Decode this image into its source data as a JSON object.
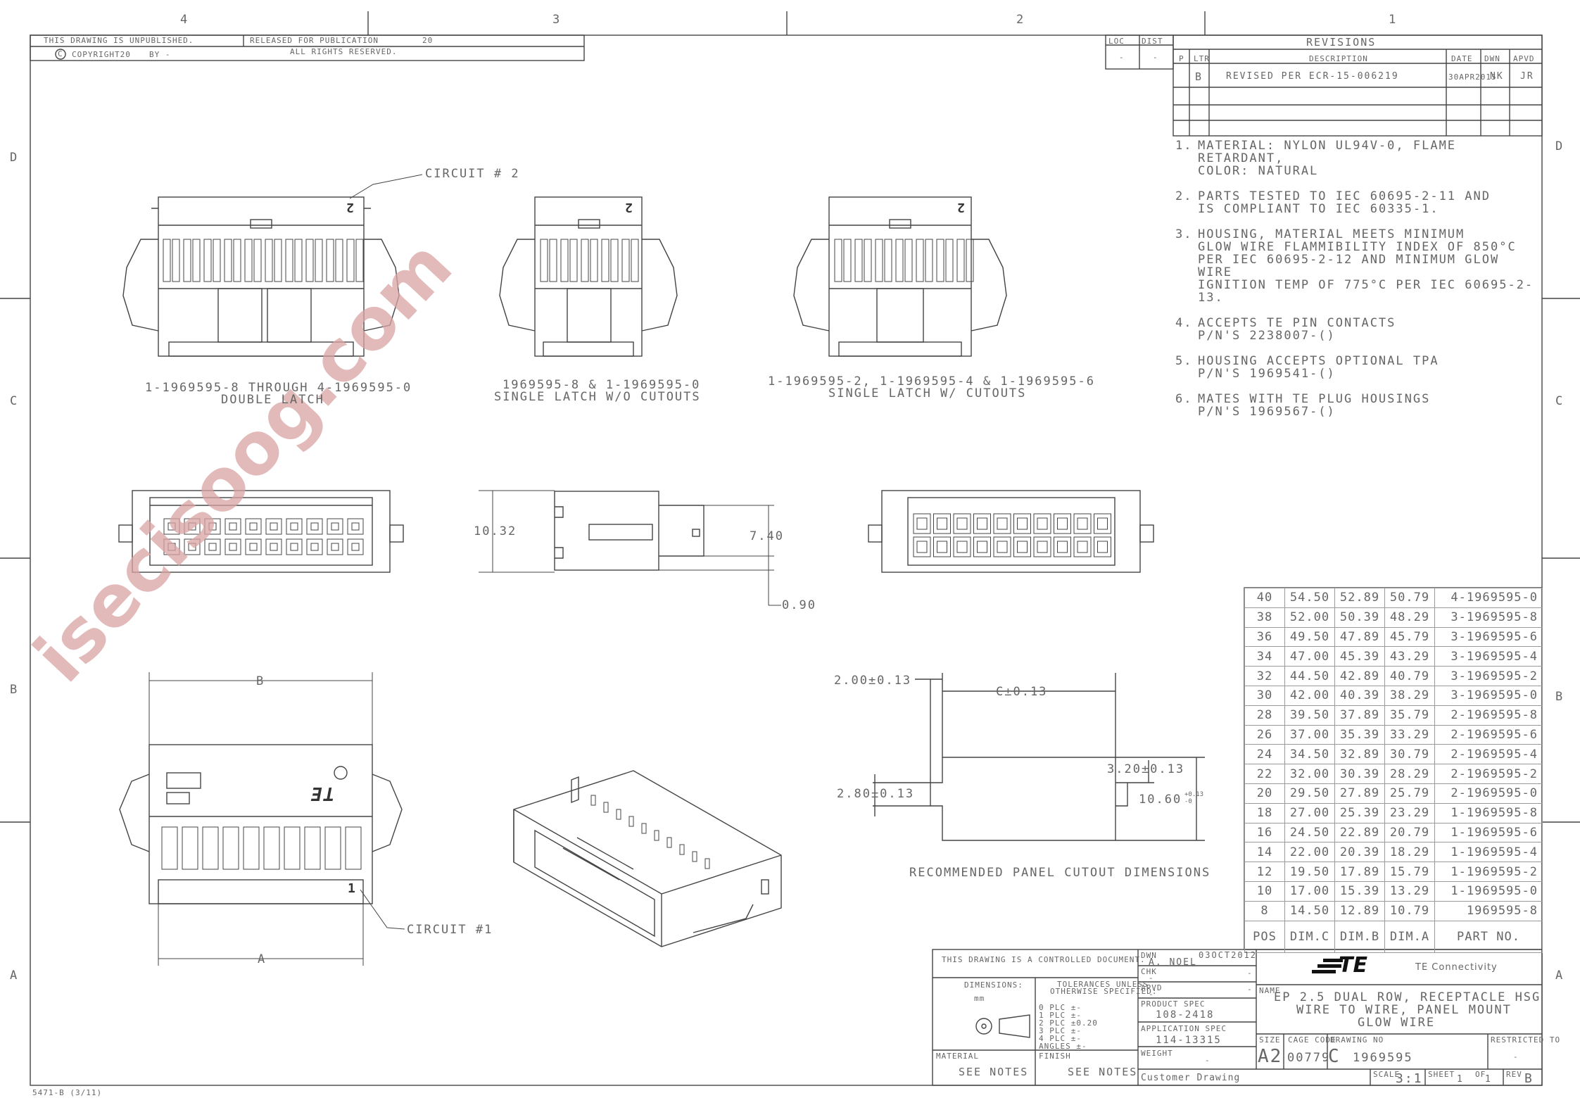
{
  "border": {
    "zones_top": [
      "4",
      "3",
      "2",
      "1"
    ],
    "zones_side": [
      "D",
      "C",
      "B",
      "A"
    ]
  },
  "header": {
    "unpublished": "THIS DRAWING IS UNPUBLISHED.",
    "released": "RELEASED FOR PUBLICATION",
    "year": "20",
    "copyright": "COPYRIGHT20",
    "by": "BY -",
    "rights": "ALL RIGHTS RESERVED."
  },
  "loc_dist": {
    "loc_label": "LOC",
    "dist_label": "DIST",
    "loc": "-",
    "dist": "-"
  },
  "revisions": {
    "title": "REVISIONS",
    "headers": {
      "p": "P",
      "ltr": "LTR",
      "description": "DESCRIPTION",
      "date": "DATE",
      "dwn": "DWN",
      "apvd": "APVD"
    },
    "rows": [
      {
        "ltr": "B",
        "description": "REVISED PER ECR-15-006219",
        "date": "30APR2015",
        "dwn": "NK",
        "apvd": "JR"
      }
    ]
  },
  "notes": [
    {
      "num": "1.",
      "lines": [
        "MATERIAL: NYLON UL94V-0, FLAME RETARDANT,",
        "COLOR: NATURAL"
      ]
    },
    {
      "num": "2.",
      "lines": [
        "PARTS TESTED TO IEC 60695-2-11 AND",
        "IS COMPLIANT TO IEC 60335-1."
      ]
    },
    {
      "num": "3.",
      "lines": [
        "HOUSING, MATERIAL MEETS MINIMUM",
        "GLOW WIRE FLAMMIBILITY INDEX OF 850°C",
        "PER IEC 60695-2-12 AND MINIMUM GLOW WIRE",
        "IGNITION TEMP OF 775°C PER IEC 60695-2-13."
      ]
    },
    {
      "num": "4.",
      "lines": [
        "ACCEPTS TE PIN CONTACTS",
        "P/N'S 2238007-()"
      ]
    },
    {
      "num": "5.",
      "lines": [
        "HOUSING ACCEPTS OPTIONAL TPA",
        "P/N'S 1969541-()"
      ]
    },
    {
      "num": "6.",
      "lines": [
        "MATES WITH TE PLUG HOUSINGS",
        "P/N'S 1969567-()"
      ]
    }
  ],
  "views": {
    "circuit2": "CIRCUIT # 2",
    "circuit1": "CIRCUIT #1",
    "view1_l1": "1-1969595-8 THROUGH 4-1969595-0",
    "view1_l2": "DOUBLE LATCH",
    "view2_l1": "1969595-8 & 1-1969595-0",
    "view2_l2": "SINGLE LATCH W/O CUTOUTS",
    "view3_l1": "1-1969595-2, 1-1969595-4 & 1-1969595-6",
    "view3_l2": "SINGLE LATCH W/ CUTOUTS",
    "pin2_mark": "2",
    "pin1_mark": "1",
    "logo_mark": "TE"
  },
  "dims": {
    "d1032": "10.32",
    "d740": "7.40",
    "d090": "0.90",
    "B": "B",
    "A": "A",
    "c": "C±0.13",
    "d200": "2.00±0.13",
    "d280": "2.80±0.13",
    "d320": "3.20±0.13",
    "d1060": "10.60",
    "d1060_tol_up": "+0.13",
    "d1060_tol_dn": "-0",
    "panel_title": "RECOMMENDED PANEL CUTOUT DIMENSIONS"
  },
  "table": {
    "headers": {
      "pos": "POS",
      "c": "DIM.C",
      "b": "DIM.B",
      "a": "DIM.A",
      "pn": "PART NO."
    },
    "rows": [
      {
        "pos": "40",
        "c": "54.50",
        "b": "52.89",
        "a": "50.79",
        "pn": "4-1969595-0"
      },
      {
        "pos": "38",
        "c": "52.00",
        "b": "50.39",
        "a": "48.29",
        "pn": "3-1969595-8"
      },
      {
        "pos": "36",
        "c": "49.50",
        "b": "47.89",
        "a": "45.79",
        "pn": "3-1969595-6"
      },
      {
        "pos": "34",
        "c": "47.00",
        "b": "45.39",
        "a": "43.29",
        "pn": "3-1969595-4"
      },
      {
        "pos": "32",
        "c": "44.50",
        "b": "42.89",
        "a": "40.79",
        "pn": "3-1969595-2"
      },
      {
        "pos": "30",
        "c": "42.00",
        "b": "40.39",
        "a": "38.29",
        "pn": "3-1969595-0"
      },
      {
        "pos": "28",
        "c": "39.50",
        "b": "37.89",
        "a": "35.79",
        "pn": "2-1969595-8"
      },
      {
        "pos": "26",
        "c": "37.00",
        "b": "35.39",
        "a": "33.29",
        "pn": "2-1969595-6"
      },
      {
        "pos": "24",
        "c": "34.50",
        "b": "32.89",
        "a": "30.79",
        "pn": "2-1969595-4"
      },
      {
        "pos": "22",
        "c": "32.00",
        "b": "30.39",
        "a": "28.29",
        "pn": "2-1969595-2"
      },
      {
        "pos": "20",
        "c": "29.50",
        "b": "27.89",
        "a": "25.79",
        "pn": "2-1969595-0"
      },
      {
        "pos": "18",
        "c": "27.00",
        "b": "25.39",
        "a": "23.29",
        "pn": "1-1969595-8"
      },
      {
        "pos": "16",
        "c": "24.50",
        "b": "22.89",
        "a": "20.79",
        "pn": "1-1969595-6"
      },
      {
        "pos": "14",
        "c": "22.00",
        "b": "20.39",
        "a": "18.29",
        "pn": "1-1969595-4"
      },
      {
        "pos": "12",
        "c": "19.50",
        "b": "17.89",
        "a": "15.79",
        "pn": "1-1969595-2"
      },
      {
        "pos": "10",
        "c": "17.00",
        "b": "15.39",
        "a": "13.29",
        "pn": "1-1969595-0"
      },
      {
        "pos": "8",
        "c": "14.50",
        "b": "12.89",
        "a": "10.79",
        "pn": "1969595-8"
      }
    ]
  },
  "titleblock": {
    "controlled": "THIS DRAWING IS A CONTROLLED DOCUMENT.",
    "dimensions_label": "DIMENSIONS:",
    "dimensions_unit": "mm",
    "tol_label_1": "TOLERANCES UNLESS",
    "tol_label_2": "OTHERWISE SPECIFIED:",
    "tol_rows": [
      "0 PLC   ±-",
      "1 PLC   ±-",
      "2 PLC   ±0.20",
      "3 PLC   ±-",
      "4 PLC   ±-",
      "ANGLES      ±-"
    ],
    "material_label": "MATERIAL",
    "finish_label": "FINISH",
    "material": "SEE NOTES",
    "finish": "SEE NOTES",
    "dwn_label": "DWN",
    "dwn_name": "A. NOEL",
    "dwn_date": "03OCT2012",
    "chk_label": "CHK",
    "chk": "-",
    "chk_date": "-",
    "apvd_label": "APVD",
    "apvd": "-",
    "apvd_date": "-",
    "product_spec_label": "PRODUCT SPEC",
    "product_spec": "108-2418",
    "app_spec_label": "APPLICATION SPEC",
    "app_spec": "114-13315",
    "weight_label": "WEIGHT",
    "weight": "-",
    "customer": "Customer Drawing",
    "company": "TE Connectivity",
    "logo": "TE",
    "name_label": "NAME",
    "name_l1": "EP 2.5 DUAL ROW, RECEPTACLE HSG",
    "name_l2": "WIRE TO WIRE, PANEL MOUNT",
    "name_l3": "GLOW WIRE",
    "size_label": "SIZE",
    "size": "A2",
    "cage_label": "CAGE CODE",
    "cage": "00779",
    "dwgno_label": "DRAWING NO",
    "dwgno_prefix": "C",
    "dwgno": "1969595",
    "restricted_label": "RESTRICTED TO",
    "restricted": "-",
    "scale_label": "SCALE",
    "scale": "3:1",
    "sheet_label": "SHEET",
    "sheet": "1",
    "of_label": "OF",
    "of": "1",
    "rev_label": "REV",
    "rev": "B",
    "form": "5471-B (3/11)"
  },
  "watermark": "isecisoog.com",
  "colors": {
    "line": "#444444",
    "watermark": "#d9a3a3"
  }
}
